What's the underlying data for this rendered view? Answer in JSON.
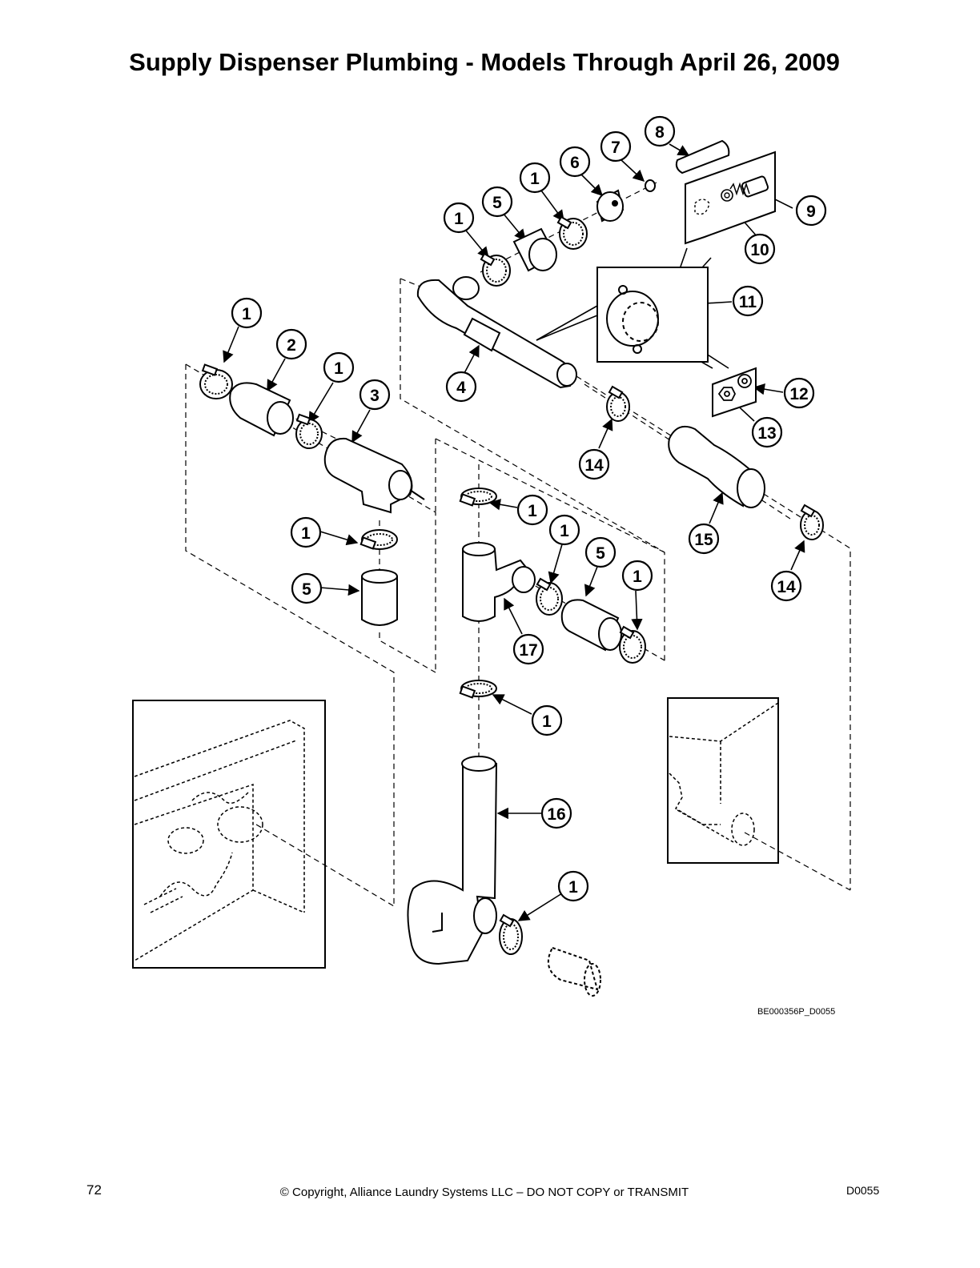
{
  "page": {
    "title": "Supply Dispenser Plumbing - Models Through April 26, 2009",
    "figure_id": "BE000356P_D0055",
    "page_number": "72",
    "copyright": "© Copyright, Alliance Laundry Systems LLC – DO NOT COPY or TRANSMIT",
    "doc_code": "D0055"
  },
  "callouts": [
    {
      "id": "c8",
      "label": "8"
    },
    {
      "id": "c7",
      "label": "7"
    },
    {
      "id": "c6",
      "label": "6"
    },
    {
      "id": "c1a",
      "label": "1"
    },
    {
      "id": "c5a",
      "label": "5"
    },
    {
      "id": "c1b",
      "label": "1"
    },
    {
      "id": "c9",
      "label": "9"
    },
    {
      "id": "c10",
      "label": "10"
    },
    {
      "id": "c11",
      "label": "11"
    },
    {
      "id": "c1c",
      "label": "1"
    },
    {
      "id": "c2",
      "label": "2"
    },
    {
      "id": "c1d",
      "label": "1"
    },
    {
      "id": "c3",
      "label": "3"
    },
    {
      "id": "c4",
      "label": "4"
    },
    {
      "id": "c12",
      "label": "12"
    },
    {
      "id": "c13",
      "label": "13"
    },
    {
      "id": "c14a",
      "label": "14"
    },
    {
      "id": "c1e",
      "label": "1"
    },
    {
      "id": "c1f",
      "label": "1"
    },
    {
      "id": "c5b",
      "label": "5"
    },
    {
      "id": "c1g",
      "label": "1"
    },
    {
      "id": "c5c",
      "label": "5"
    },
    {
      "id": "c1h",
      "label": "1"
    },
    {
      "id": "c15",
      "label": "15"
    },
    {
      "id": "c14b",
      "label": "14"
    },
    {
      "id": "c17",
      "label": "17"
    },
    {
      "id": "c1i",
      "label": "1"
    },
    {
      "id": "c16",
      "label": "16"
    },
    {
      "id": "c1j",
      "label": "1"
    }
  ]
}
